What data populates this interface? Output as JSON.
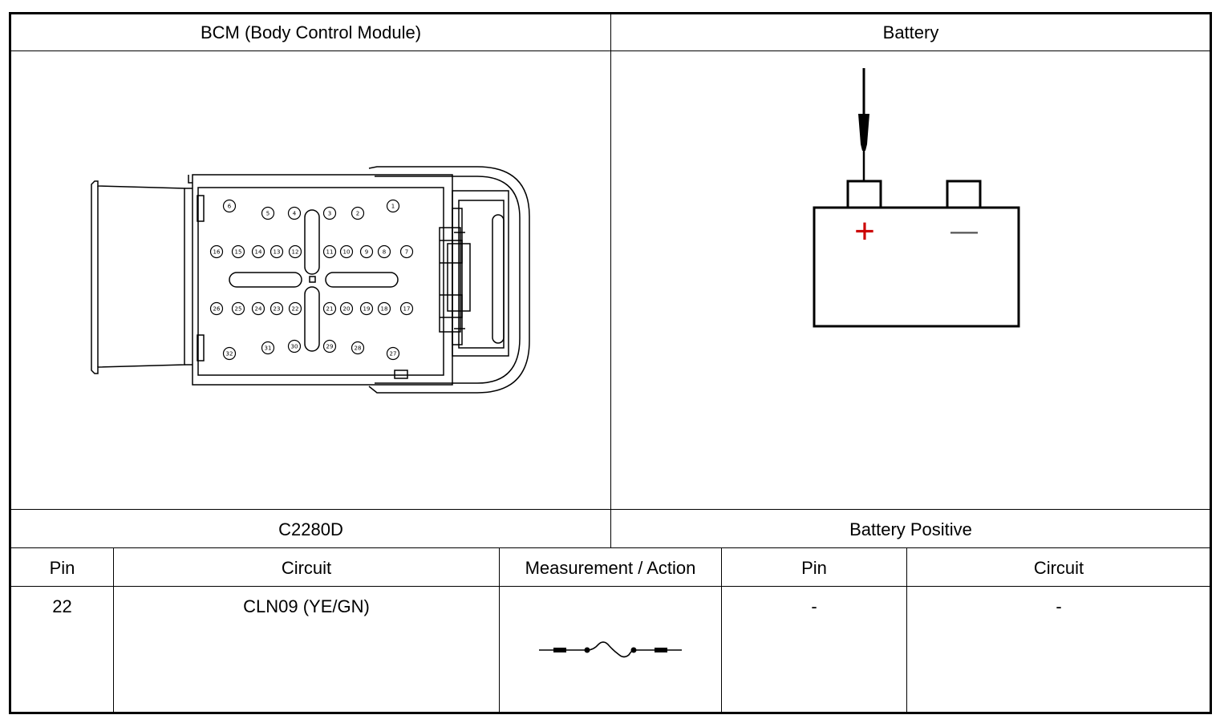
{
  "header": {
    "left_title": "BCM (Body Control Module)",
    "right_title": "Battery"
  },
  "connectors": {
    "left_name": "C2280D",
    "right_name": "Battery Positive"
  },
  "columns": {
    "pin_left": "Pin",
    "circuit_left": "Circuit",
    "measurement": "Measurement / Action",
    "pin_right": "Pin",
    "circuit_right": "Circuit"
  },
  "row": {
    "pin_left": "22",
    "circuit_left": "CLN09 (YE/GN)",
    "measurement_icon": "fuse-symbol-icon",
    "pin_right": "-",
    "circuit_right": "-"
  },
  "battery": {
    "plus_sign": "+",
    "minus_sign": "—",
    "plus_color": "#cc0000",
    "minus_color": "#555555"
  },
  "bcm_connector": {
    "icon": "bcm-connector-icon",
    "pin_labels_row1": [
      "6",
      "5",
      "4",
      "3",
      "2",
      "1"
    ],
    "pin_labels_row2": [
      "16",
      "15",
      "14",
      "13",
      "12",
      "11",
      "10",
      "9",
      "8",
      "7"
    ],
    "pin_labels_row3": [
      "26",
      "25",
      "24",
      "23",
      "22",
      "21",
      "20",
      "19",
      "18",
      "17"
    ],
    "pin_labels_row4": [
      "32",
      "31",
      "30",
      "29",
      "28",
      "27"
    ]
  }
}
